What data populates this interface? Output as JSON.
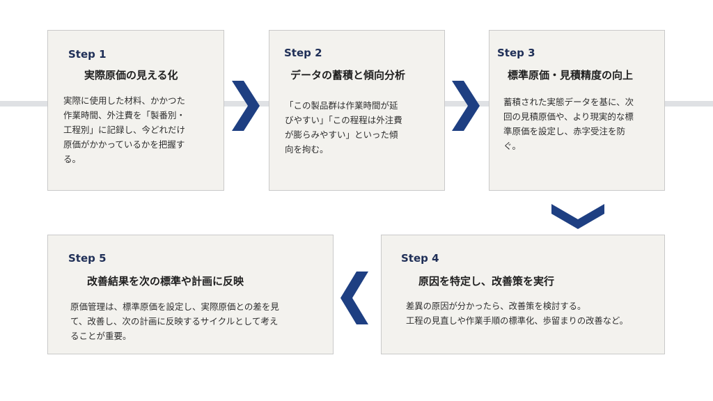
{
  "colors": {
    "accent": "#1e3f82",
    "card_bg": "#f3f2ee",
    "card_border": "#c9c9c9",
    "connector": "#dfe1e4"
  },
  "steps": [
    {
      "label": "Step 1",
      "title": "実際原価の見える化",
      "body": "実際に使用した材料、かかつた\n作業時間、外注費を「製番別・\n工程別」に記録し、今どれだけ\n原価がかかっているかを把握す\nる。"
    },
    {
      "label": "Step 2",
      "title": "データの蓄積と傾向分析",
      "body": "「この製品群は作業時間が延\nびやすい」「この程程は外注費\nが膨らみやすい」といった傾\n向を拘む。"
    },
    {
      "label": "Step 3",
      "title": "標準原価・見積精度の向上",
      "body": "蓄積された実態データを基に、次\n回の見積原価や、より現実的な標\n準原価を設定し、赤字受注を防\nぐ。"
    },
    {
      "label": "Step 4",
      "title": "原因を特定し、改善策を実行",
      "body": "差異の原因が分かったら、改善策を検討する。\n工程の見直しや作業手順の標準化、歩留まりの改善など。"
    },
    {
      "label": "Step 5",
      "title": "改善結果を次の標準や計画に反映",
      "body": "原価管理は、標準原価を設定し、実際原価との差を見\nて、改善し、次の計画に反映するサイクルとして考え\nることが重要。"
    }
  ],
  "arrows": [
    {
      "icon": "chevron-right-icon"
    },
    {
      "icon": "chevron-right-icon"
    },
    {
      "icon": "chevron-down-icon"
    },
    {
      "icon": "chevron-left-icon"
    }
  ]
}
